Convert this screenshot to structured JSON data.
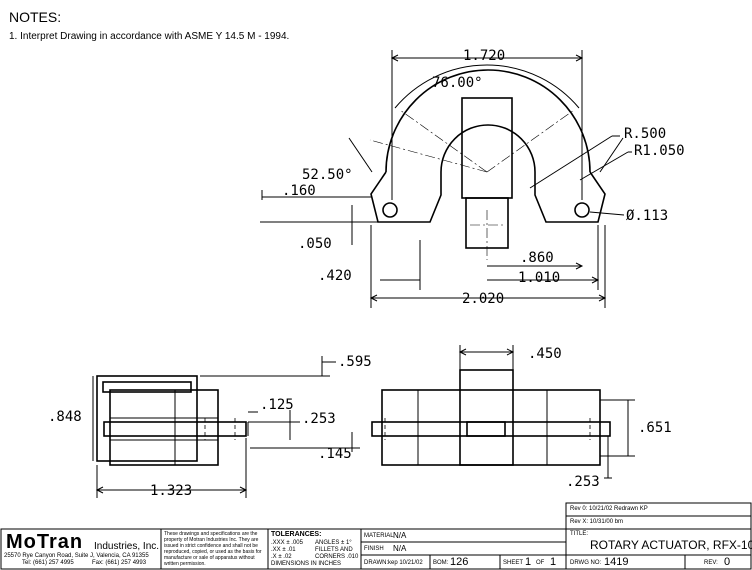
{
  "notes": {
    "title": "NOTES:",
    "items": [
      "1. Interpret Drawing in accordance with ASME Y 14.5 M - 1994."
    ]
  },
  "dimensions": {
    "overall_top": "1.720",
    "angle_top": "76.00°",
    "r_inner": "R.500",
    "r_outer": "R1.050",
    "angle_side": "52.50°",
    "small_160": ".160",
    "small_050": ".050",
    "hole": "Ø.113",
    "d_860": ".860",
    "d_1010": "1.010",
    "d_420": ".420",
    "d_2020": "2.020",
    "side_595": ".595",
    "side_848": ".848",
    "side_125": ".125",
    "side_253": ".253",
    "side_145": ".145",
    "side_1323": "1.323",
    "front_450": ".450",
    "front_651": ".651",
    "front_253": ".253"
  },
  "title_block": {
    "revisions": [
      "Rev 0: 10/21/02 Redrawn KP",
      "Rev X: 10/31/00 bm"
    ],
    "company_logo": "MoTran",
    "company_suffix": "Industries, Inc.",
    "address": "25570 Rye Canyon Road, Suite J, Valencia, CA 91355",
    "tel": "Tel: (661) 257 4995",
    "fax": "Fax: (661) 257 4993",
    "confidential": "These drawings and specifications are the property of Motran Industries Inc. They are issued in strict confidence and shall not be reproduced, copied, or used as the basis for manufacture or sale of apparatus without written permission.",
    "tolerances_title": "TOLERANCES:",
    "tol_1": ".XXX  ± .005",
    "tol_2": ".XX    ± .01",
    "tol_3": ".X      ± .02",
    "tol_angles": "ANGLES ± 1°",
    "tol_fillets": "FILLETS AND",
    "tol_corners": "CORNERS .010",
    "tol_units": "DIMENSIONS IN INCHES",
    "material_label": "MATERIAL",
    "material_value": "N/A",
    "finish_label": "FINISH",
    "finish_value": "N/A",
    "drawn_label": "DRAWN:",
    "drawn_value": "kep 10/21/02",
    "bom_label": "BOM:",
    "bom_value": "126",
    "sheet_label": "SHEET",
    "sheet_value": "1",
    "of_label": "OF",
    "of_value": "1",
    "title_label": "TITLE:",
    "title_value": "ROTARY ACTUATOR, RFX-10",
    "drwg_label": "DRWG NO:",
    "drwg_value": "1419",
    "rev_label": "REV:",
    "rev_value": "0"
  }
}
